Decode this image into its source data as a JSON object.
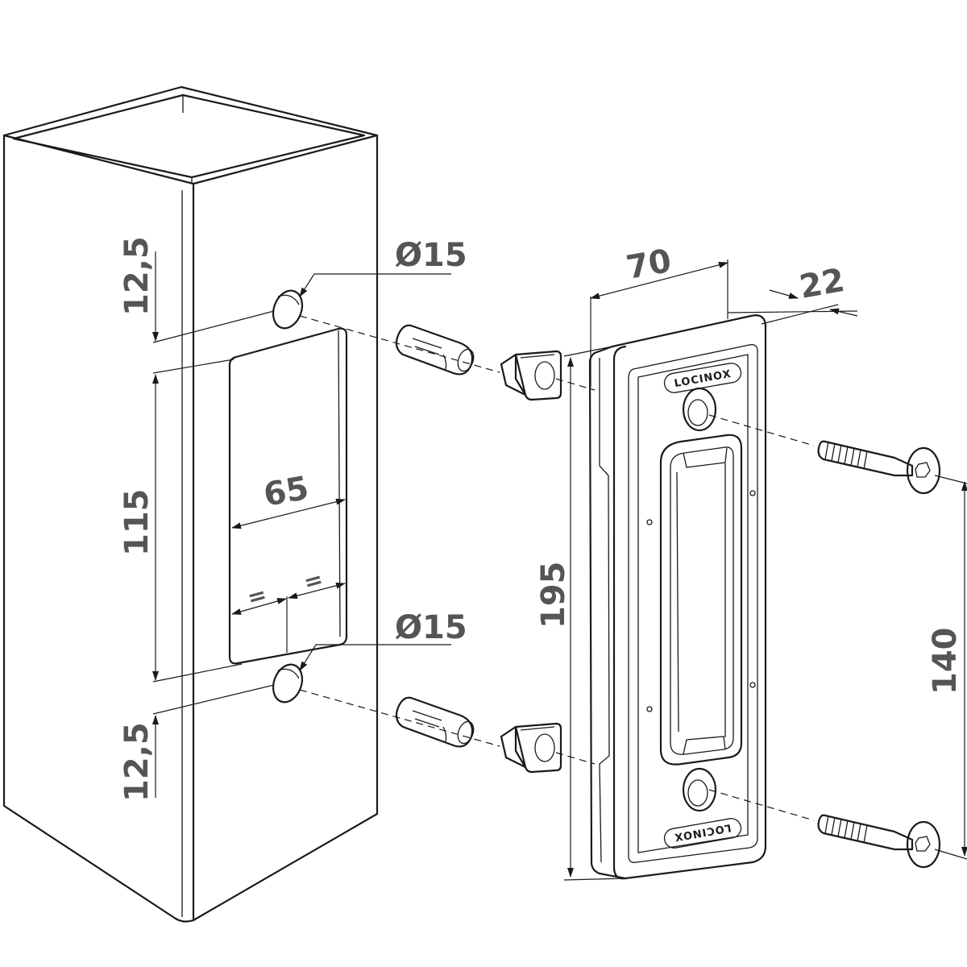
{
  "dimensions": {
    "post_top_margin": "12,5",
    "post_bottom_margin": "12,5",
    "cutout_height": "115",
    "cutout_width": "65",
    "equal_left": "=",
    "equal_right": "=",
    "hole_top": "Ø15",
    "hole_bottom": "Ø15",
    "keep_width": "70",
    "keep_depth": "22",
    "keep_height": "195",
    "bolt_spacing": "140"
  },
  "brand": {
    "top": "LOCINOX",
    "bottom": "LOCINOX"
  },
  "colors": {
    "line": "#1a1a1a",
    "label": "#555555",
    "background": "#ffffff"
  }
}
